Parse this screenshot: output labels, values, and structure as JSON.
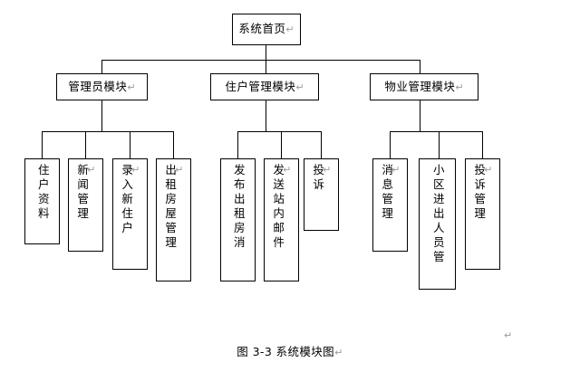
{
  "figure": {
    "caption": "图 3-3  系统模块图",
    "caption_mark": "↵",
    "stray_paragraph_mark": "↵",
    "background_color": "#ffffff",
    "line_color": "#000000",
    "text_color": "#000000",
    "mark_color": "#9a9a9a"
  },
  "tree": {
    "root": {
      "label": "系统首页",
      "mark": "↵"
    },
    "modules": [
      {
        "label": "管理员模块",
        "mark": "↵"
      },
      {
        "label": "住户管理模块",
        "mark": "↵"
      },
      {
        "label": "物业管理模块",
        "mark": "↵"
      }
    ],
    "leaves": {
      "admin": [
        {
          "label": "住户资料",
          "mark": ""
        },
        {
          "label": "新闻管理",
          "mark": "↵"
        },
        {
          "label": "录入新住户",
          "mark": "↵"
        },
        {
          "label": "出租房屋管理",
          "mark": "↵"
        }
      ],
      "resident": [
        {
          "label": "发布出租房消",
          "mark": ""
        },
        {
          "label": "发送站内邮件",
          "mark": "↵"
        },
        {
          "label": "投诉",
          "mark": "↵"
        }
      ],
      "property": [
        {
          "label": "消息管理",
          "mark": "↵"
        },
        {
          "label": "小区进出人员管",
          "mark": ""
        },
        {
          "label": "投诉管理",
          "mark": "↵"
        }
      ]
    }
  }
}
